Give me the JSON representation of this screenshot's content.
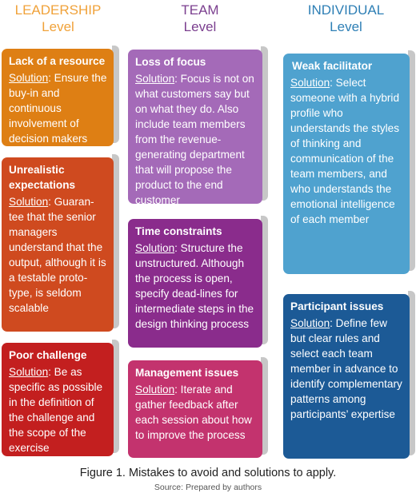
{
  "headers": {
    "leadership": {
      "line1": "LEADERSHIP",
      "line2": "Level",
      "color": "#f0a23a"
    },
    "team": {
      "line1": "TEAM",
      "line2": "Level",
      "color": "#7b3f8f"
    },
    "individual": {
      "line1": "INDIVIDUAL",
      "line2": "Level",
      "color": "#2e7fb5"
    }
  },
  "boxes": {
    "lack_resource": {
      "title": "Lack of a resource",
      "solution_label": "Solution",
      "text": ": Ensure the buy-in and continuous involvement of decision makers",
      "color": "#de7f14"
    },
    "unrealistic": {
      "title": "Unrealistic expectations",
      "solution_label": "Solution",
      "text": ": Guaran-tee that the senior managers understand that the output, although it is a testable proto-type, is seldom scalable",
      "color": "#cf4a1f"
    },
    "poor_challenge": {
      "title": "Poor challenge",
      "solution_label": "Solution",
      "text": ": Be as specific as possible in the definition of the challenge and the scope of the exercise",
      "color": "#c31f1f"
    },
    "loss_focus": {
      "title": "Loss of focus",
      "solution_label": "Solution",
      "text": ": Focus is not on what customers say but on what they do. Also include team members from the revenue-generating department that will propose the product to the end customer",
      "color": "#a46ab8"
    },
    "time_constraints": {
      "title": "Time constraints",
      "solution_label": "Solution",
      "text": ": Structure the unstructured. Although the process is open, specify dead-lines for intermediate steps in the design thinking process",
      "color": "#8a2c8c"
    },
    "management_issues": {
      "title": "Management issues",
      "solution_label": "Solution",
      "text": ": Iterate and gather feedback after each session about how to improve the process",
      "color": "#c3336e"
    },
    "weak_facilitator": {
      "title": "Weak facilitator",
      "solution_label": "Solution",
      "text": ": Select someone with a hybrid profile who understands the styles of thinking and communication of the team members, and who understands the emotional intelligence of each member",
      "color": "#4fa2cf"
    },
    "participant_issues": {
      "title": "Participant issues",
      "solution_label": "Solution",
      "text": ": Define few but clear rules and select each team member in advance to identify complementary patterns among participants’ expertise",
      "color": "#1c5a96"
    }
  },
  "caption": "Figure 1. Mistakes to avoid and solutions to apply.",
  "source": "Source: Prepared by authors"
}
